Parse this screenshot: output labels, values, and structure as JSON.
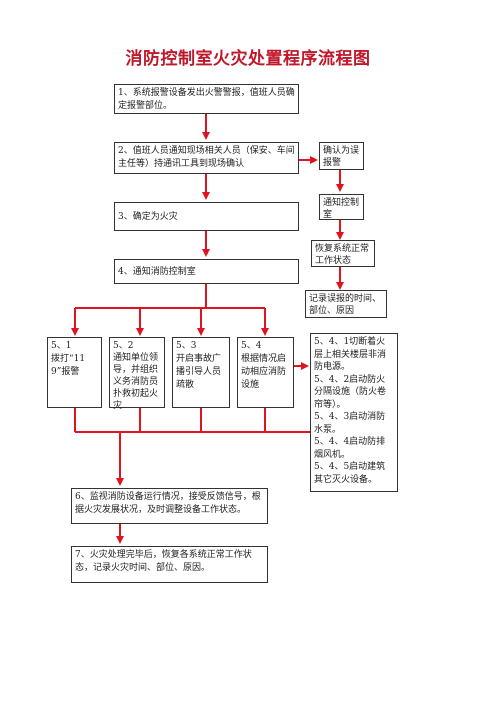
{
  "title": "消防控制室火灾处置程序流程图",
  "nodes": {
    "step1": "1、系统报警设备发出火警警报，值班人员确定报警部位。",
    "step2": "2、值班人员通知现场相关人员（保安、车间主任等）持通讯工具到现场确认",
    "step3": "3、确定为火灾",
    "step4": "4、通知消防控制室",
    "false_alarm": "确认为误报警",
    "notify_control": "通知控制室",
    "restore": "恢复系统正常工作状态",
    "record_false": "记录误报的时间、部位、原因",
    "s51": "5、1\n拨打“119”报警",
    "s52": "5、2\n通知单位领导，并组织义务消防员扑救初起火灾",
    "s53": "5、3\n开启事故广播引导人员疏散",
    "s54": "5、4\n根据情况启动相应消防设施",
    "s54_detail": "5、4、1切断着火层上相关楼层非消防电源。\n5、4、2启动防火分隔设施（防火卷帘等）。\n5、4、3启动消防水泵。\n5、4、4启动防排烟风机。\n5、4、5启动建筑其它灭火设备。",
    "step6": "6、监视消防设备运行情况，接受反馈信号，根据火灾发展状况，及时调整设备工作状态。",
    "step7": "7、火灾处理完毕后，恢复各系统正常工作状态，记录火灾时间、部位、原因。"
  },
  "colors": {
    "arrow": "#e0141e",
    "title": "#c0182a"
  }
}
